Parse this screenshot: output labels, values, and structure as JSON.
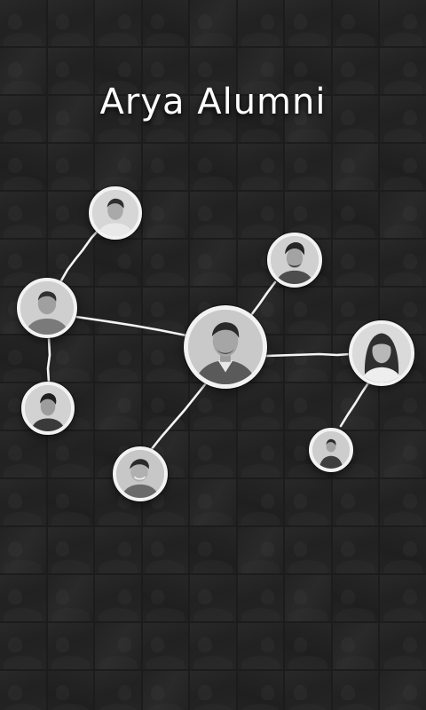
{
  "app": {
    "title": "Arya Alumni"
  },
  "theme": {
    "background": "#202020",
    "text": "#ffffff",
    "ring": "#f2f2f2",
    "link": "#f5f5f5"
  },
  "network": {
    "center": "alumni-center-avatar",
    "members": [
      "alumni-top-avatar",
      "alumni-left-avatar",
      "alumni-lower-left-avatar",
      "alumni-bottom-avatar",
      "alumni-upper-right-avatar",
      "alumni-right-avatar",
      "alumni-lower-right-avatar"
    ]
  }
}
